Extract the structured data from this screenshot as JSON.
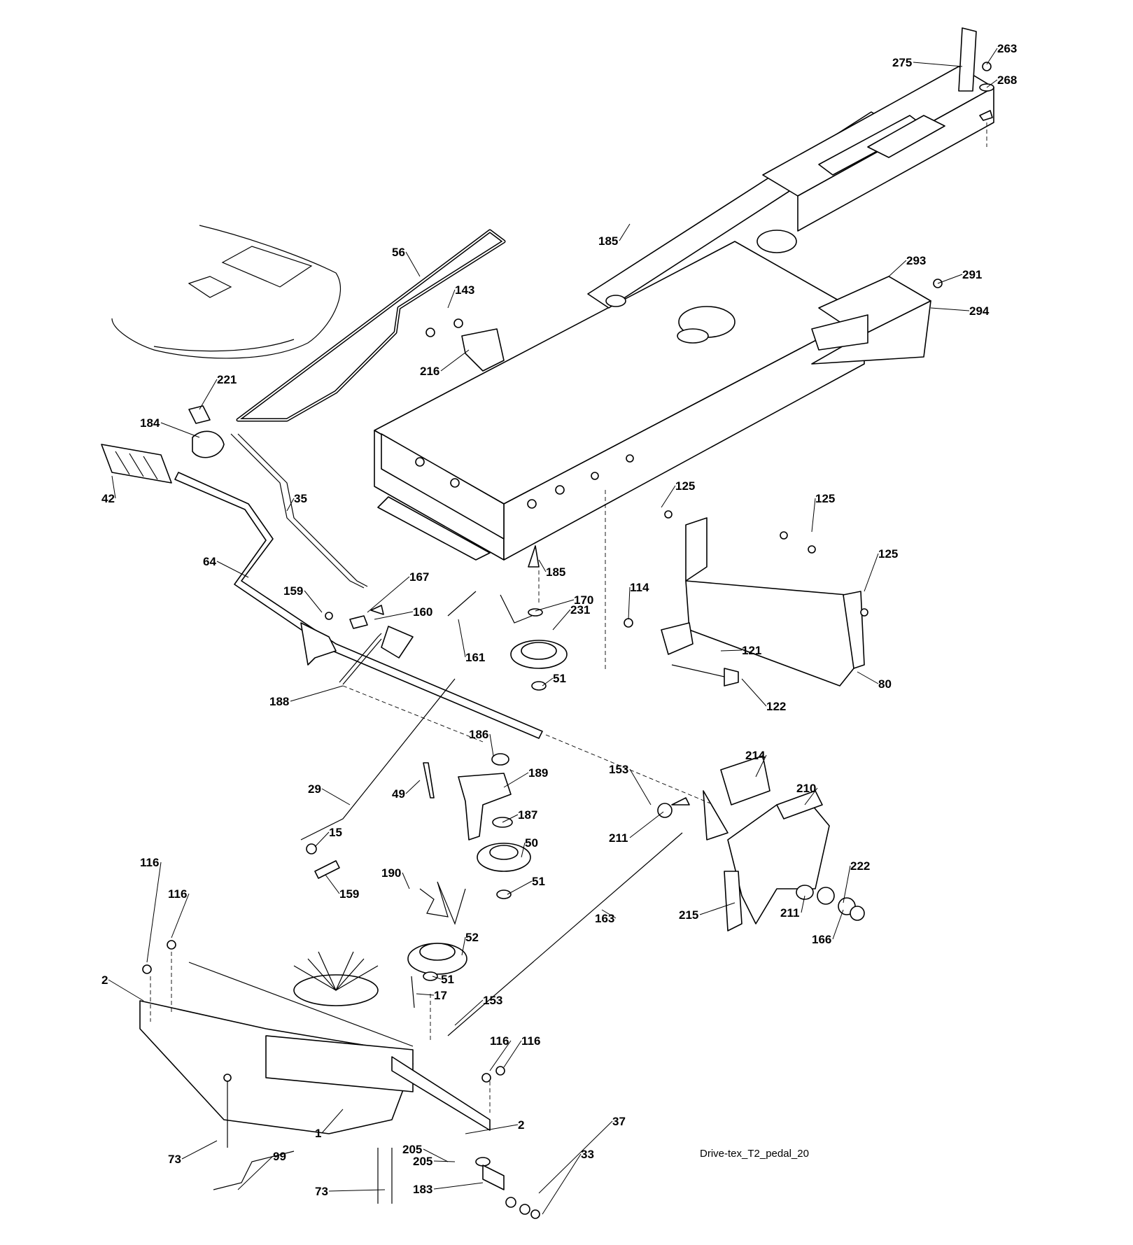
{
  "diagram": {
    "caption": "Drive-tex_T2_pedal_20",
    "callouts": [
      "275",
      "263",
      "268",
      "185",
      "293",
      "291",
      "294",
      "56",
      "143",
      "216",
      "221",
      "184",
      "42",
      "35",
      "125",
      "125",
      "125",
      "64",
      "159",
      "167",
      "160",
      "185",
      "170",
      "114",
      "161",
      "231",
      "121",
      "188",
      "51",
      "122",
      "80",
      "186",
      "189",
      "29",
      "49",
      "153",
      "214",
      "210",
      "187",
      "15",
      "211",
      "50",
      "159",
      "190",
      "51",
      "222",
      "116",
      "211",
      "116",
      "215",
      "166",
      "163",
      "52",
      "2",
      "51",
      "17",
      "153",
      "116",
      "116",
      "2",
      "205",
      "37",
      "73",
      "99",
      "1",
      "205",
      "183",
      "33",
      "73"
    ]
  }
}
